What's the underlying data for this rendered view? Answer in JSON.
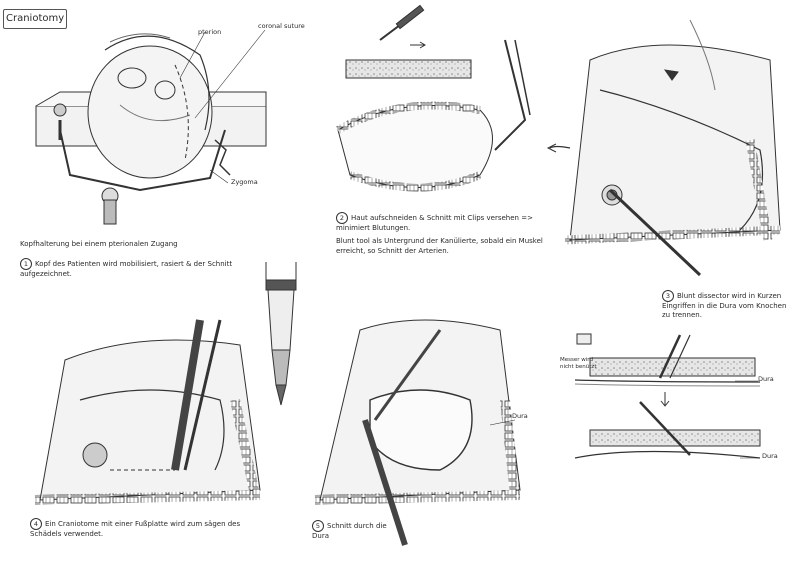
{
  "title": "Craniotomy",
  "labels": {
    "pterion": "pterion",
    "coronal_suture": "coronal suture",
    "zygoma": "Zygoma",
    "dura_1": "Dura",
    "dura_2": "Dura",
    "dura_3": "Dura",
    "knife_note": "Messer wird nicht benützt"
  },
  "captions": {
    "intro": "Kopfhalterung bei einem pterionalen Zugang",
    "step1_num": "1",
    "step1": "Kopf des Patienten wird mobilisiert, rasiert & der Schnitt aufgezeichnet.",
    "step2_num": "2",
    "step2a": "Haut aufschneiden & Schnitt mit Clips versehen => minimiert Blutungen.",
    "step2b": "Blunt tool als Untergrund der Kanülierte, sobald ein Muskel erreicht, so Schnitt der Arterien.",
    "step3_num": "3",
    "step3": "Blunt dissector wird in Kurzen Eingriffen in die Dura vom Knochen zu trennen.",
    "step4_num": "4",
    "step4": "Ein Craniotome mit einer Fußplatte wird zum sägen des Schädels verwendet.",
    "step5_num": "5",
    "step5": "Schnitt durch die Dura"
  }
}
